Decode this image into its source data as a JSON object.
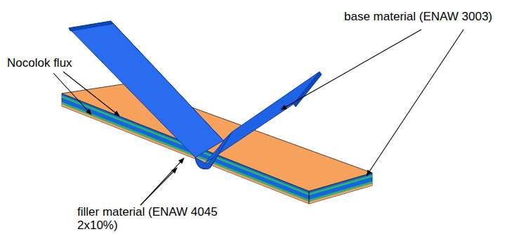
{
  "diagram": {
    "labels": [
      "base material (ENAW 3003)",
      "Nocolok flux",
      "filler material (ENAW 4045 2x10%)"
    ]
  }
}
